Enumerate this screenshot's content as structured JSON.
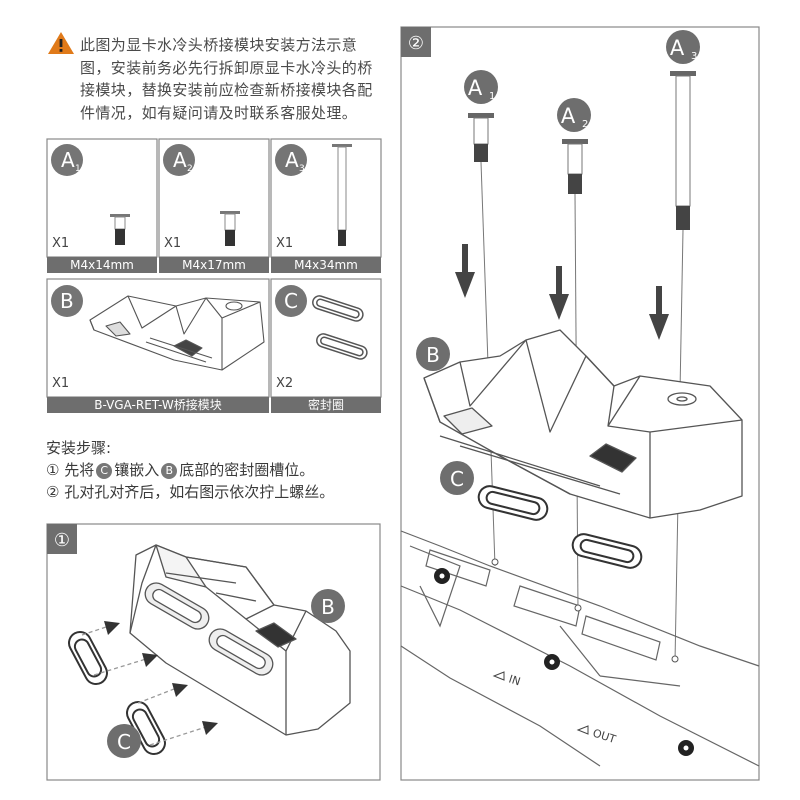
{
  "warning": {
    "icon": "warning-icon",
    "text": "此图为显卡水冷头桥接模块安装方法示意图，安装前务必先行拆卸原显卡水冷头的桥接模块，替换安装前应检查新桥接模块各配件情况，如有疑问请及时联系客服处理。"
  },
  "parts": {
    "a1": {
      "label": "A",
      "sub": "1",
      "qty": "X1",
      "spec": "M4x14mm"
    },
    "a2": {
      "label": "A",
      "sub": "2",
      "qty": "X1",
      "spec": "M4x17mm"
    },
    "a3": {
      "label": "A",
      "sub": "3",
      "qty": "X1",
      "spec": "M4x34mm"
    },
    "b": {
      "label": "B",
      "qty": "X1",
      "spec": "B-VGA-RET-W桥接模块"
    },
    "c": {
      "label": "C",
      "qty": "X2",
      "spec": "密封圈"
    }
  },
  "steps": {
    "title": "安装步骤:",
    "step1": {
      "num": "①",
      "pre": "先将",
      "c": "C",
      "mid": "镶嵌入",
      "b": "B",
      "post": "底部的密封圈槽位。"
    },
    "step2": {
      "num": "②",
      "text": "孔对孔对齐后，如右图示依次拧上螺丝。"
    }
  },
  "panel1": {
    "num": "①",
    "b_label": "B",
    "c_label": "C"
  },
  "panel2": {
    "num": "②",
    "a1": {
      "label": "A",
      "sub": "1"
    },
    "a2": {
      "label": "A",
      "sub": "2"
    },
    "a3": {
      "label": "A",
      "sub": "3"
    },
    "b_label": "B",
    "c_label": "C",
    "in_label": "IN",
    "out_label": "OUT"
  }
}
